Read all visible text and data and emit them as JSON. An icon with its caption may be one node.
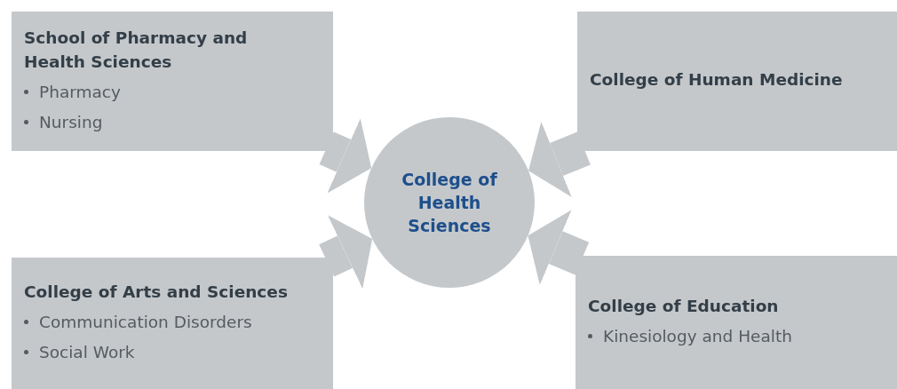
{
  "diagram": {
    "nodes": [
      {
        "text": [
          "School of Pharmacy and Health Sciences",
          "Pharmacy",
          "Nursing"
        ]
      },
      {
        "text": [
          "College of Human Medicine"
        ]
      },
      {
        "text": [
          "College of Health Sciences"
        ]
      },
      {
        "text": [
          "College of Arts and Sciences",
          "Communication Disorders",
          "Social Work"
        ]
      },
      {
        "text": [
          "College of Education",
          "Kinesiology and Health"
        ]
      }
    ],
    "edges": [
      {
        "from": 0,
        "to": 2,
        "arrow": "to"
      },
      {
        "from": 1,
        "to": 2,
        "arrow": "to"
      },
      {
        "from": 3,
        "to": 2,
        "arrow": "to"
      },
      {
        "from": 4,
        "to": 2,
        "arrow": "to"
      }
    ]
  }
}
